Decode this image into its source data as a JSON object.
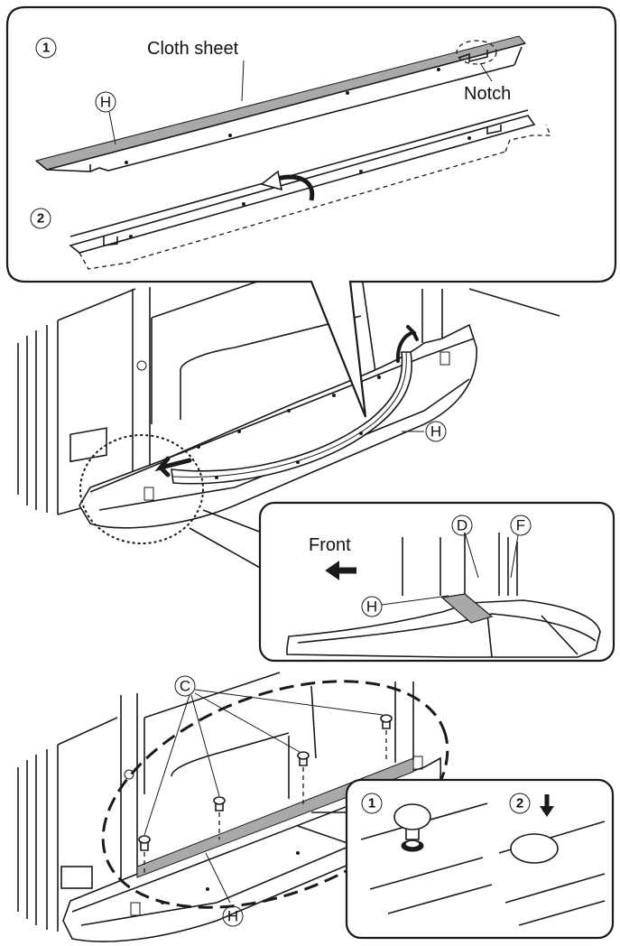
{
  "labels": {
    "cloth_sheet": "Cloth sheet",
    "notch": "Notch",
    "front": "Front"
  },
  "markers": {
    "step1": "1",
    "step2": "2",
    "h": "H",
    "d": "D",
    "f": "F",
    "c": "C"
  }
}
